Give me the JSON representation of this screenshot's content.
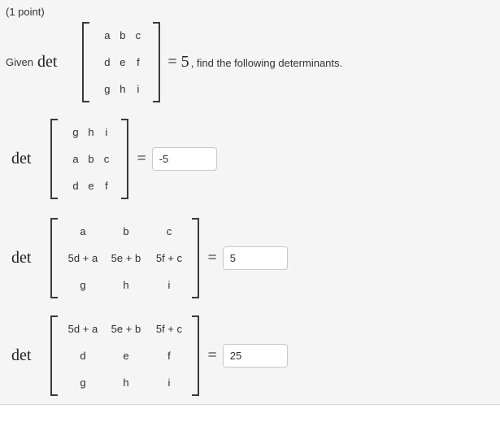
{
  "colors": {
    "page_background": "#f5f5f5",
    "bottom_border": "#d8d8d8",
    "input_border": "#c9c9c9",
    "text": "#333333",
    "math_text": "#222222"
  },
  "header": {
    "points_label": "(1 point)"
  },
  "given": {
    "prefix": "Given",
    "det_label": "det",
    "matrix": [
      [
        "a",
        "b",
        "c"
      ],
      [
        "d",
        "e",
        "f"
      ],
      [
        "g",
        "h",
        "i"
      ]
    ],
    "equals_value": "= 5",
    "suffix": ", find the following determinants."
  },
  "problems": [
    {
      "det_label": "det",
      "matrix": [
        [
          "g",
          "h",
          "i"
        ],
        [
          "a",
          "b",
          "c"
        ],
        [
          "d",
          "e",
          "f"
        ]
      ],
      "equals": "=",
      "answer": "-5"
    },
    {
      "det_label": "det",
      "matrix": [
        [
          "a",
          "b",
          "c"
        ],
        [
          "5d + a",
          "5e + b",
          "5f + c"
        ],
        [
          "g",
          "h",
          "i"
        ]
      ],
      "equals": "=",
      "answer": "5"
    },
    {
      "det_label": "det",
      "matrix": [
        [
          "5d + a",
          "5e + b",
          "5f + c"
        ],
        [
          "d",
          "e",
          "f"
        ],
        [
          "g",
          "h",
          "i"
        ]
      ],
      "equals": "=",
      "answer": "25"
    }
  ]
}
